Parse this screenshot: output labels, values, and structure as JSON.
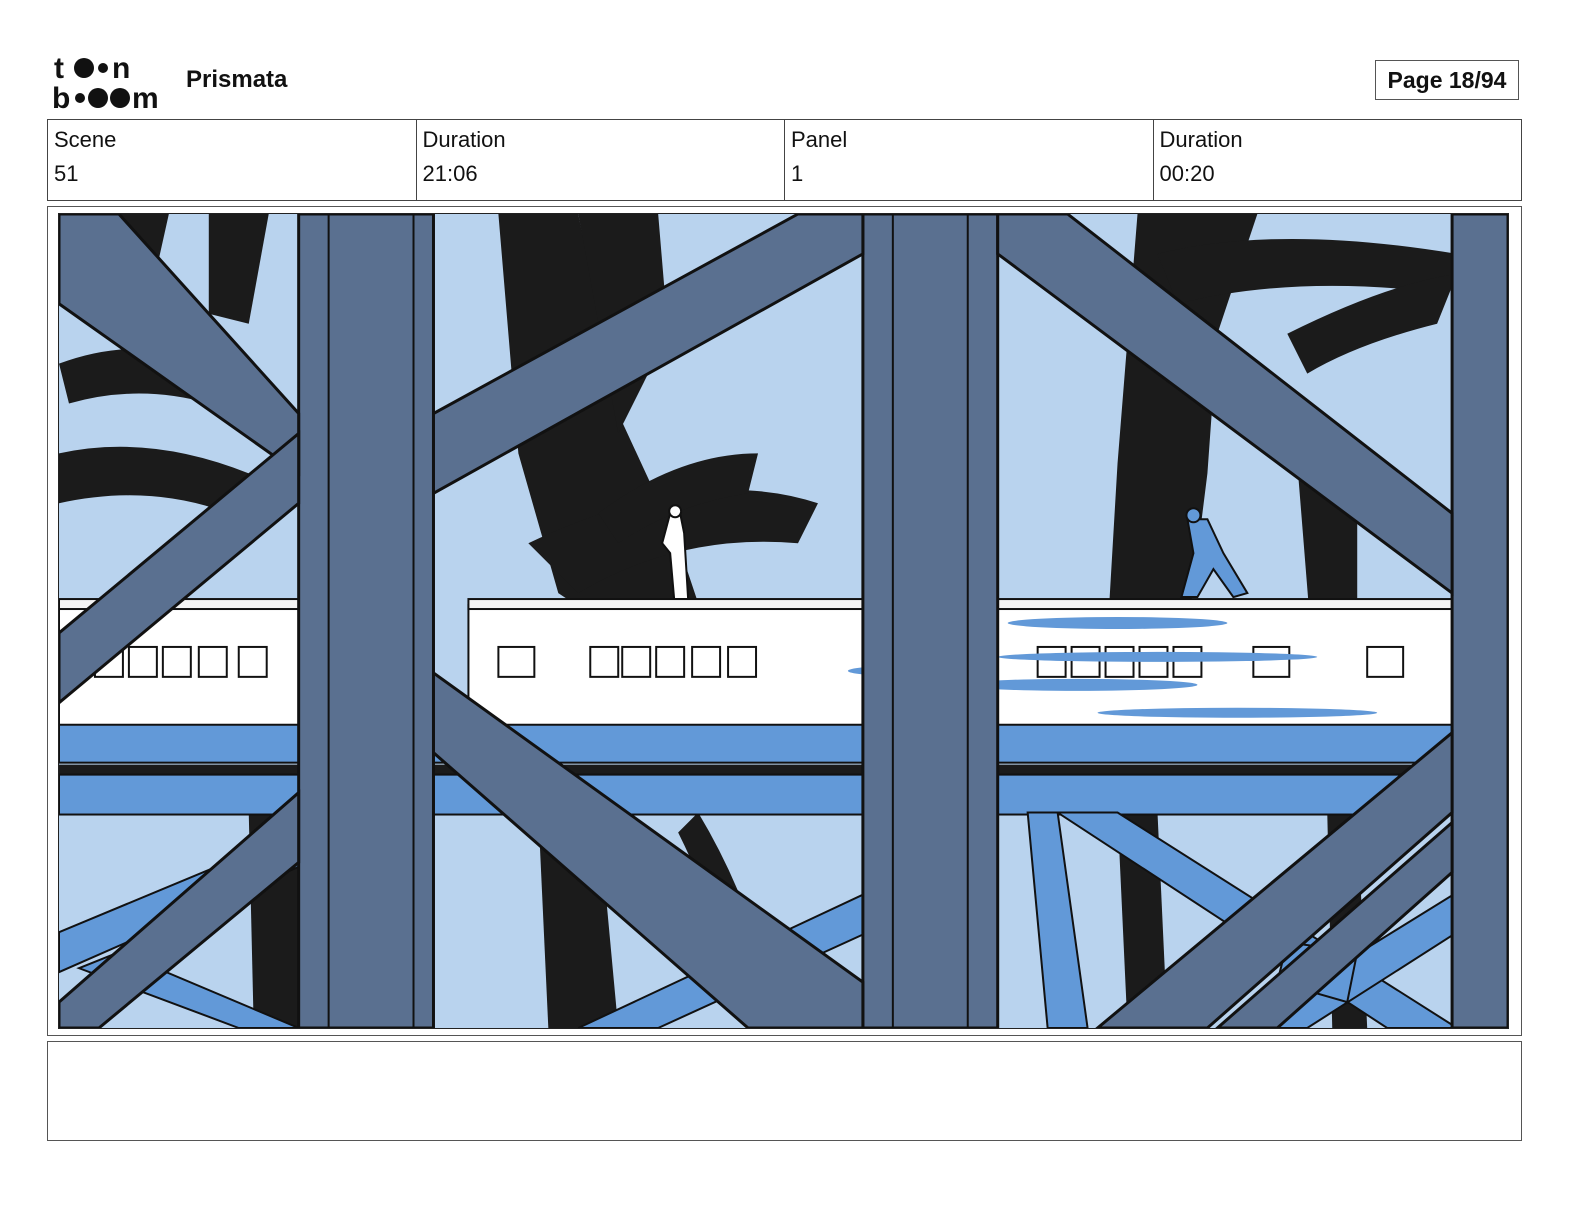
{
  "header": {
    "logo_text": "toon boom",
    "project_name": "Prismata",
    "page_label": "Page 18/94"
  },
  "info": {
    "scene_label": "Scene",
    "scene_value": "51",
    "scene_duration_label": "Duration",
    "scene_duration_value": "21:06",
    "panel_label": "Panel",
    "panel_value": "1",
    "panel_duration_label": "Duration",
    "panel_duration_value": "00:20"
  },
  "notes": {
    "text": ""
  },
  "colors": {
    "sky": "#b9d3ee",
    "steel": "#5a7090",
    "accent_blue": "#6299d8",
    "tree_dark": "#1b1b1b"
  }
}
